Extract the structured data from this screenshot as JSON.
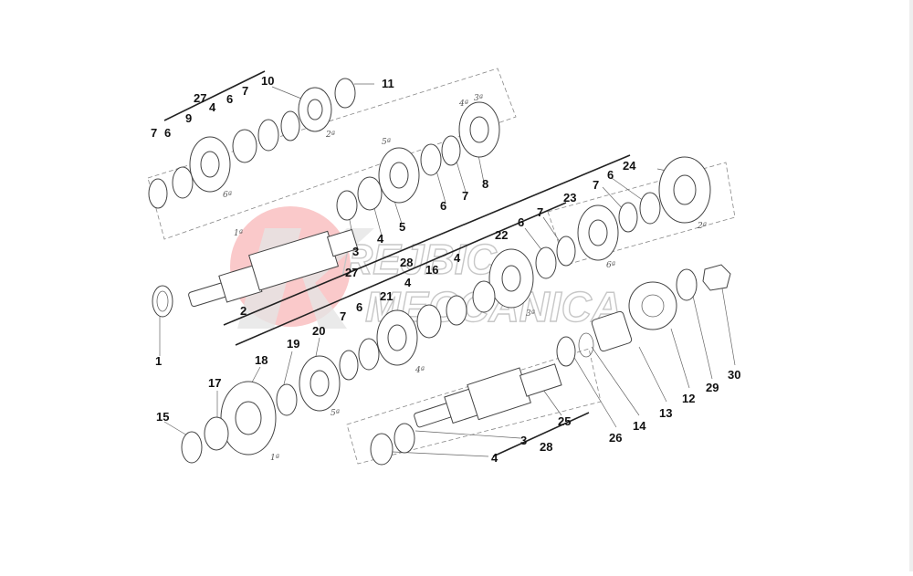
{
  "colors": {
    "watermark_red": "#e8262b",
    "watermark_gray": "#9a9a9a",
    "line": "#444444"
  },
  "watermark": {
    "line1": "REJBIC",
    "line2": "MECCANICA"
  },
  "gear_labels": [
    "1ª",
    "2ª",
    "3ª",
    "4ª",
    "5ª",
    "6ª",
    "4ª",
    "3ª",
    "2ª",
    "6ª",
    "5ª",
    "4ª",
    "3ª",
    "6ª",
    "2ª",
    "1ª",
    "5ª"
  ],
  "part_numbers": [
    "1",
    "2",
    "3",
    "4",
    "5",
    "6",
    "7",
    "8",
    "9",
    "10",
    "11",
    "12",
    "13",
    "14",
    "15",
    "16",
    "17",
    "18",
    "19",
    "20",
    "21",
    "22",
    "23",
    "24",
    "25",
    "26",
    "27",
    "28",
    "29",
    "30"
  ],
  "labels": {
    "n27a": "27",
    "n6a": "6",
    "n7a": "7",
    "n10": "10",
    "n11": "11",
    "n7b": "7",
    "n6b": "6",
    "n9": "9",
    "n4a": "4",
    "n8": "8",
    "n7c": "7",
    "n6c": "6",
    "n5": "5",
    "n4b": "4",
    "n3a": "3",
    "n27b": "27",
    "n2": "2",
    "n1": "1",
    "n24": "24",
    "n6d": "6",
    "n7d": "7",
    "n23": "23",
    "n22": "22",
    "n6e": "6",
    "n7e": "7",
    "n4c": "4",
    "n28a": "28",
    "n16": "16",
    "n4d": "4",
    "n21": "21",
    "n6f": "6",
    "n7f": "7",
    "n20": "20",
    "n19": "19",
    "n18": "18",
    "n17": "17",
    "n15": "15",
    "n30": "30",
    "n29": "29",
    "n12": "12",
    "n13": "13",
    "n14": "14",
    "n26": "26",
    "n25": "25",
    "n3b": "3",
    "n28b": "28",
    "n4e": "4"
  }
}
